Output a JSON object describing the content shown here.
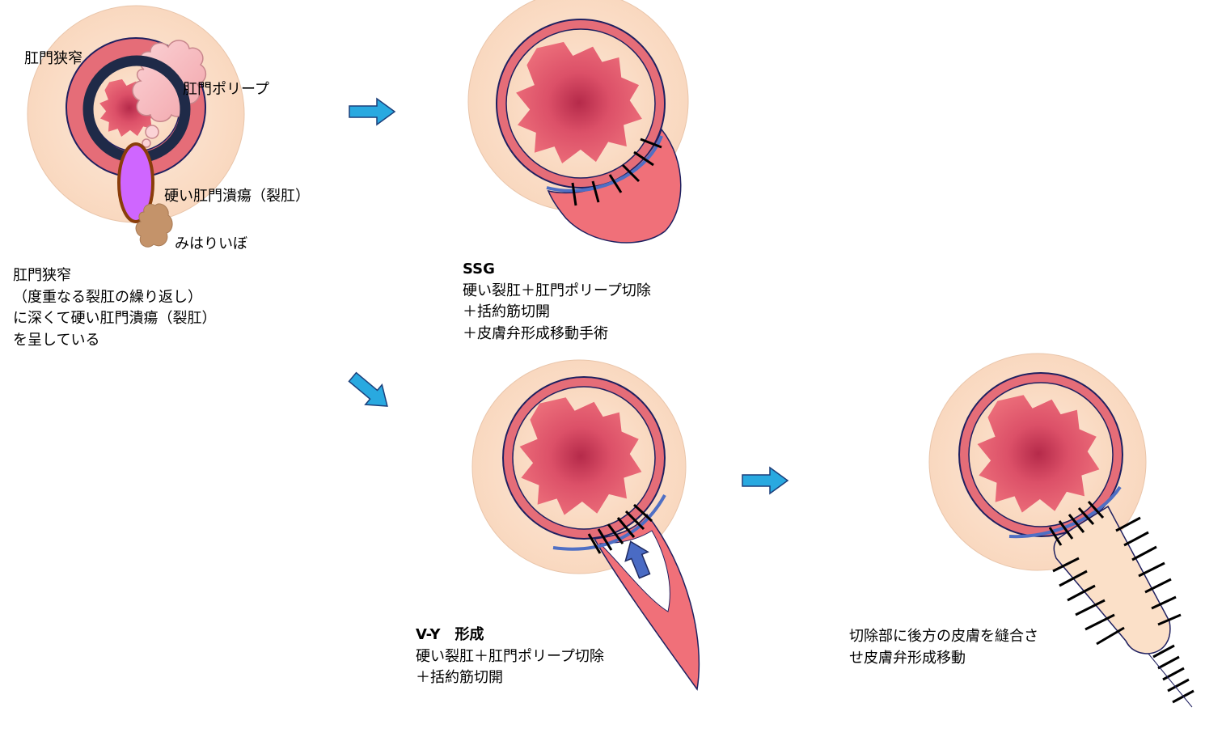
{
  "panel1": {
    "label_stenosis": "肛門狭窄",
    "label_polyp": "肛門ポリープ",
    "label_ulcer": "硬い肛門潰瘍（裂肛）",
    "label_skin_tag": "みはりいぼ",
    "caption": [
      "肛門狭窄",
      "（度重なる裂肛の繰り返し）",
      "に深くて硬い肛門潰瘍（裂肛）",
      "を呈している"
    ]
  },
  "panel_ssg": {
    "caption": [
      "SSG",
      "硬い裂肛＋肛門ポリープ切除",
      "＋括約筋切開",
      "＋皮膚弁形成移動手術"
    ]
  },
  "panel_vy": {
    "caption": [
      "V-Y　形成",
      "硬い裂肛＋肛門ポリープ切除",
      "＋括約筋切開"
    ]
  },
  "panel_final": {
    "caption": [
      "切除部に後方の皮膚を縫合さ",
      "せ皮膚弁形成移動"
    ]
  },
  "colors": {
    "skin": "#fbe0c8",
    "ring": "#e56d78",
    "mucosa": "#e96372",
    "outline": "#1f2060",
    "arrow": "#29a9e0",
    "suture_line": "#4f6fc4",
    "polyp": "#f6b8bd",
    "ulcer": "#cf66ff",
    "ulcer_border": "#8a3d0a",
    "skin_tag": "#c4936a",
    "ring_dark": "#1f2a48"
  }
}
